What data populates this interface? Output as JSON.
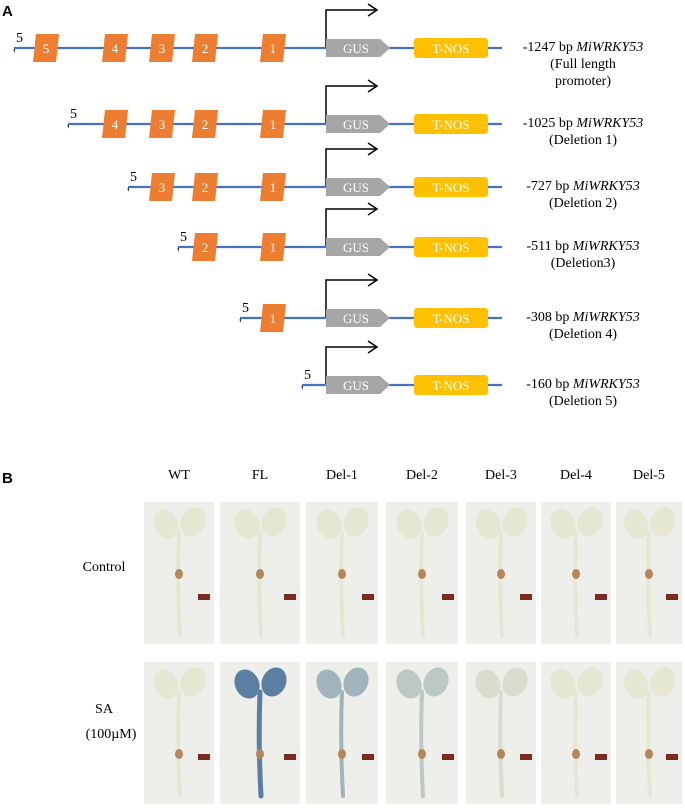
{
  "panel_a": {
    "letter": "A",
    "five_prime": "5",
    "prime_mark": "'",
    "gus_label": "GUS",
    "tnos_label": "T-NOS",
    "colors": {
      "line": "#4472c4",
      "box": "#ed7d31",
      "gus": "#a6a6a6",
      "tnos": "#ffc000"
    },
    "constructs": [
      {
        "elements": [
          "5",
          "4",
          "3",
          "2",
          "1"
        ],
        "label_line1_prefix": "-1247 bp ",
        "label_line1_gene": "MiWRKY53",
        "label_line2": "(Full length",
        "label_line3": "promoter)"
      },
      {
        "elements": [
          "4",
          "3",
          "2",
          "1"
        ],
        "label_line1_prefix": "-1025 bp ",
        "label_line1_gene": "MiWRKY53",
        "label_line2": "(Deletion 1)",
        "label_line3": ""
      },
      {
        "elements": [
          "3",
          "2",
          "1"
        ],
        "label_line1_prefix": "-727 bp ",
        "label_line1_gene": "MiWRKY53",
        "label_line2": "(Deletion 2)",
        "label_line3": ""
      },
      {
        "elements": [
          "2",
          "1"
        ],
        "label_line1_prefix": "-511 bp ",
        "label_line1_gene": "MiWRKY53",
        "label_line2": "(Deletion3)",
        "label_line3": ""
      },
      {
        "elements": [
          "1"
        ],
        "label_line1_prefix": "-308 bp ",
        "label_line1_gene": "MiWRKY53",
        "label_line2": "(Deletion 4)",
        "label_line3": ""
      },
      {
        "elements": [],
        "label_line1_prefix": "-160 bp ",
        "label_line1_gene": "MiWRKY53",
        "label_line2": "(Deletion 5)",
        "label_line3": ""
      }
    ]
  },
  "panel_b": {
    "letter": "B",
    "columns": [
      "WT",
      "FL",
      "Del-1",
      "Del-2",
      "Del-3",
      "Del-4",
      "Del-5"
    ],
    "rows": [
      {
        "label_line1": "Control",
        "label_line2": "",
        "stain_levels": [
          0,
          0,
          0,
          0,
          0,
          0,
          0
        ]
      },
      {
        "label_line1": "SA",
        "label_line2": "(100µM)",
        "stain_levels": [
          0,
          1.0,
          0.5,
          0.3,
          0.1,
          0,
          0
        ]
      }
    ],
    "colors": {
      "photo_bg": "#eeeeea",
      "plant": "#e6e7d2",
      "stain": "#5b7fa3",
      "seed": "#b3875a",
      "scale_bar": "#7a2c22"
    }
  }
}
